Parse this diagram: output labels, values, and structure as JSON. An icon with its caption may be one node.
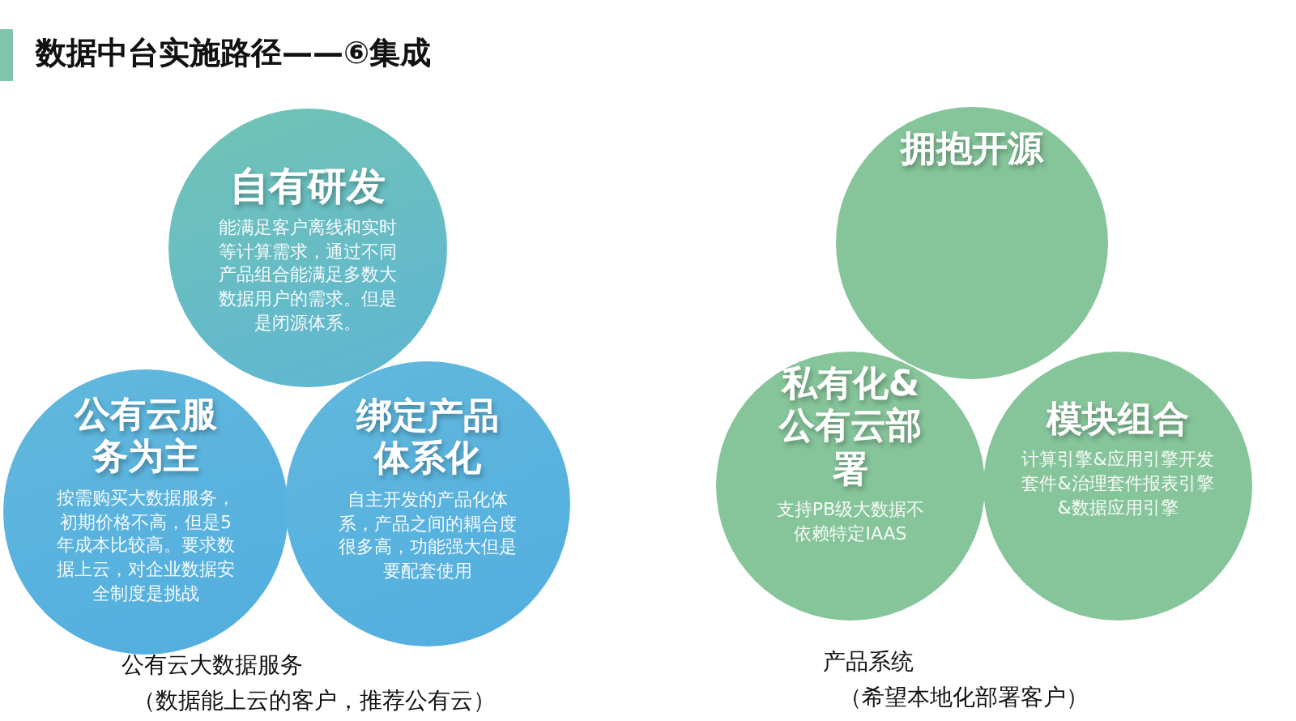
{
  "diagram": {
    "title": "数据中台实施路径——⑥集成",
    "nodes": [
      {
        "text": [
          "自有研发",
          "能满足客户离线和实时等计算需求，通过不同产品组合能满足多数大数据用户的需求。但是是闭源体系。"
        ]
      },
      {
        "text": [
          "公有云服务为主",
          "按需购买大数据服务，初期价格不高，但是5年成本比较高。要求数据上云，对企业数据安全制度是挑战"
        ]
      },
      {
        "text": [
          "绑定产品体系化",
          "自主开发的产品化体系，产品之间的耦合度很多高，功能强大但是要配套使用"
        ]
      },
      {
        "text": [
          "拥抱开源"
        ]
      },
      {
        "text": [
          "私有化&公有云部署",
          "支持PB级大数据不依赖特定IAAS"
        ]
      },
      {
        "text": [
          "模块组合",
          "计算引擎&应用引擎开发套件&治理套件报表引擎&数据应用引擎"
        ]
      }
    ],
    "labels": [
      "公有云大数据服务",
      "（数据能上云的客户，推荐公有云）",
      "产品系统",
      "（希望本地化部署客户）"
    ]
  }
}
